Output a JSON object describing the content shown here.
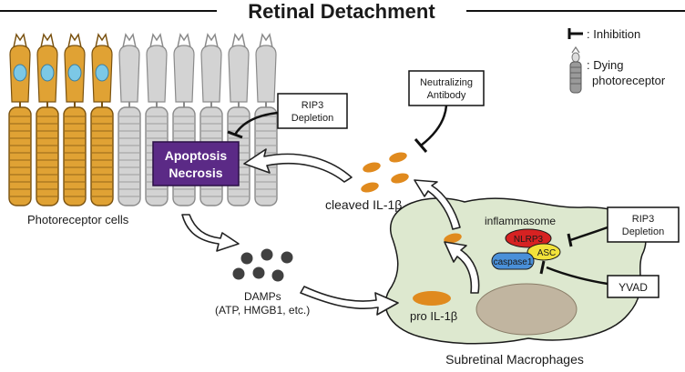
{
  "title": "Retinal Detachment",
  "legend": {
    "inhibition": ": Inhibition",
    "dying_line1": ": Dying",
    "dying_line2": "photoreceptor"
  },
  "labels": {
    "photoreceptor_cells": "Photoreceptor cells",
    "apoptosis": "Apoptosis",
    "necrosis": "Necrosis",
    "rip3_depletion_top_1": "RIP3",
    "rip3_depletion_top_2": "Depletion",
    "neutralizing_1": "Neutralizing",
    "neutralizing_2": "Antibody",
    "cleaved_il1b": "cleaved IL-1β",
    "damps": "DAMPs",
    "damps_examples": "(ATP, HMGB1, etc.)",
    "inflammasome": "inflammasome",
    "nlrp3": "NLRP3",
    "asc": "ASC",
    "caspase1": "caspase1",
    "rip3_depletion_right_1": "RIP3",
    "rip3_depletion_right_2": "Depletion",
    "yvad": "YVAD",
    "pro_il1b": "pro IL-1β",
    "subretinal_macrophages": "Subretinal Macrophages"
  },
  "colors": {
    "healthy_cell": "#e0a234",
    "healthy_cell_stroke": "#7a5210",
    "nucleus": "#7cc8e6",
    "dying_cell": "#d3d3d3",
    "dying_cell_stroke": "#8a8a8a",
    "apoptosis_box": "#5b2a86",
    "il1b": "#e08a1e",
    "macrophage": "#dde8cf",
    "macrophage_stroke": "#1a1a1a",
    "macrophage_nucleus": "#c1b5a0",
    "nlrp3": "#d62222",
    "asc": "#f2e23a",
    "caspase1": "#4a90d9",
    "damp": "#404040"
  }
}
